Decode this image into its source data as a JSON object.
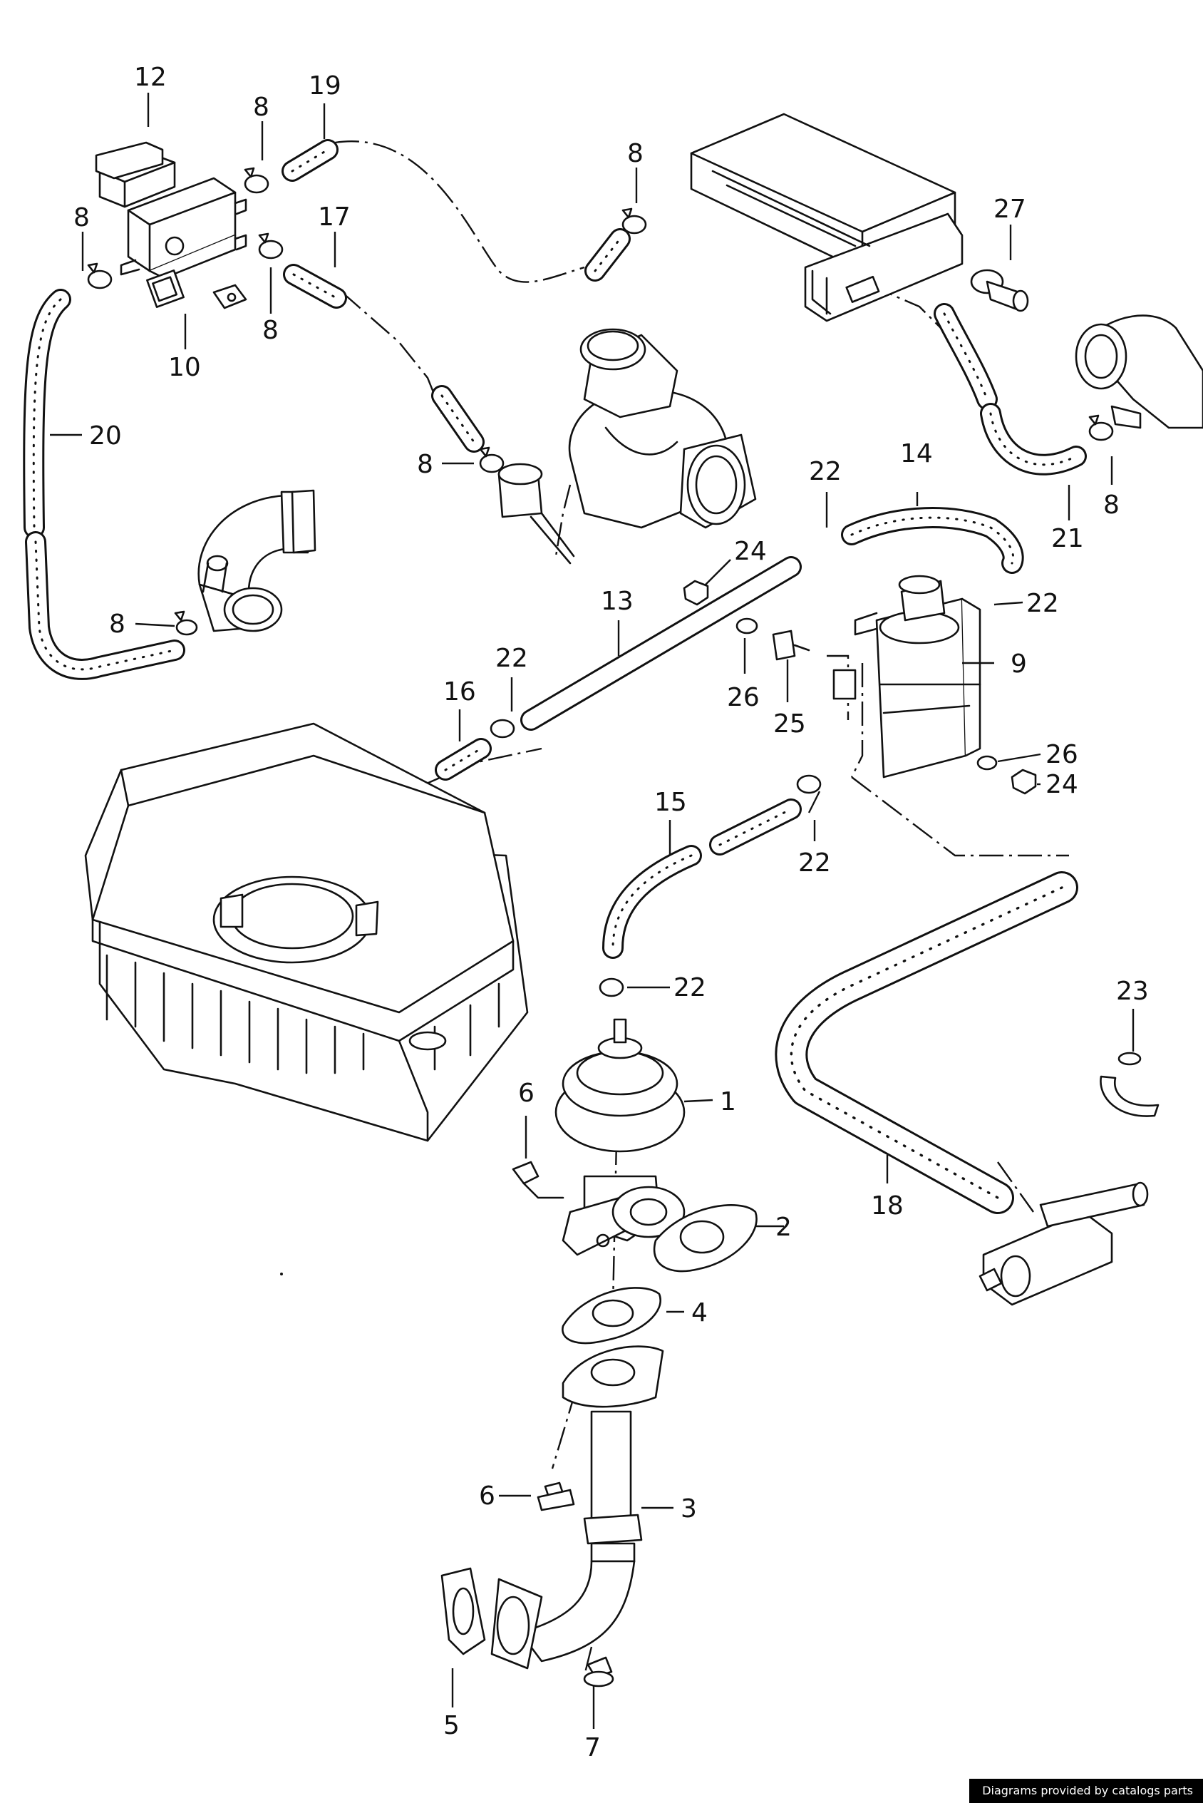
{
  "labels": {
    "l1": "1",
    "l2": "2",
    "l3": "3",
    "l4": "4",
    "l5": "5",
    "l6a": "6",
    "l6b": "6",
    "l7": "7",
    "l8a": "8",
    "l8b": "8",
    "l8c": "8",
    "l8d": "8",
    "l8e": "8",
    "l8f": "8",
    "l8g": "8",
    "l9": "9",
    "l10": "10",
    "l12": "12",
    "l13": "13",
    "l14": "14",
    "l15": "15",
    "l16": "16",
    "l17": "17",
    "l18": "18",
    "l19": "19",
    "l20": "20",
    "l21": "21",
    "l22a": "22",
    "l22b": "22",
    "l22c": "22",
    "l22d": "22",
    "l22e": "22",
    "l23": "23",
    "l24a": "24",
    "l24b": "24",
    "l25": "25",
    "l26a": "26",
    "l26b": "26",
    "l27": "27"
  },
  "footer": {
    "text": "Diagrams provided by catalogs parts"
  }
}
